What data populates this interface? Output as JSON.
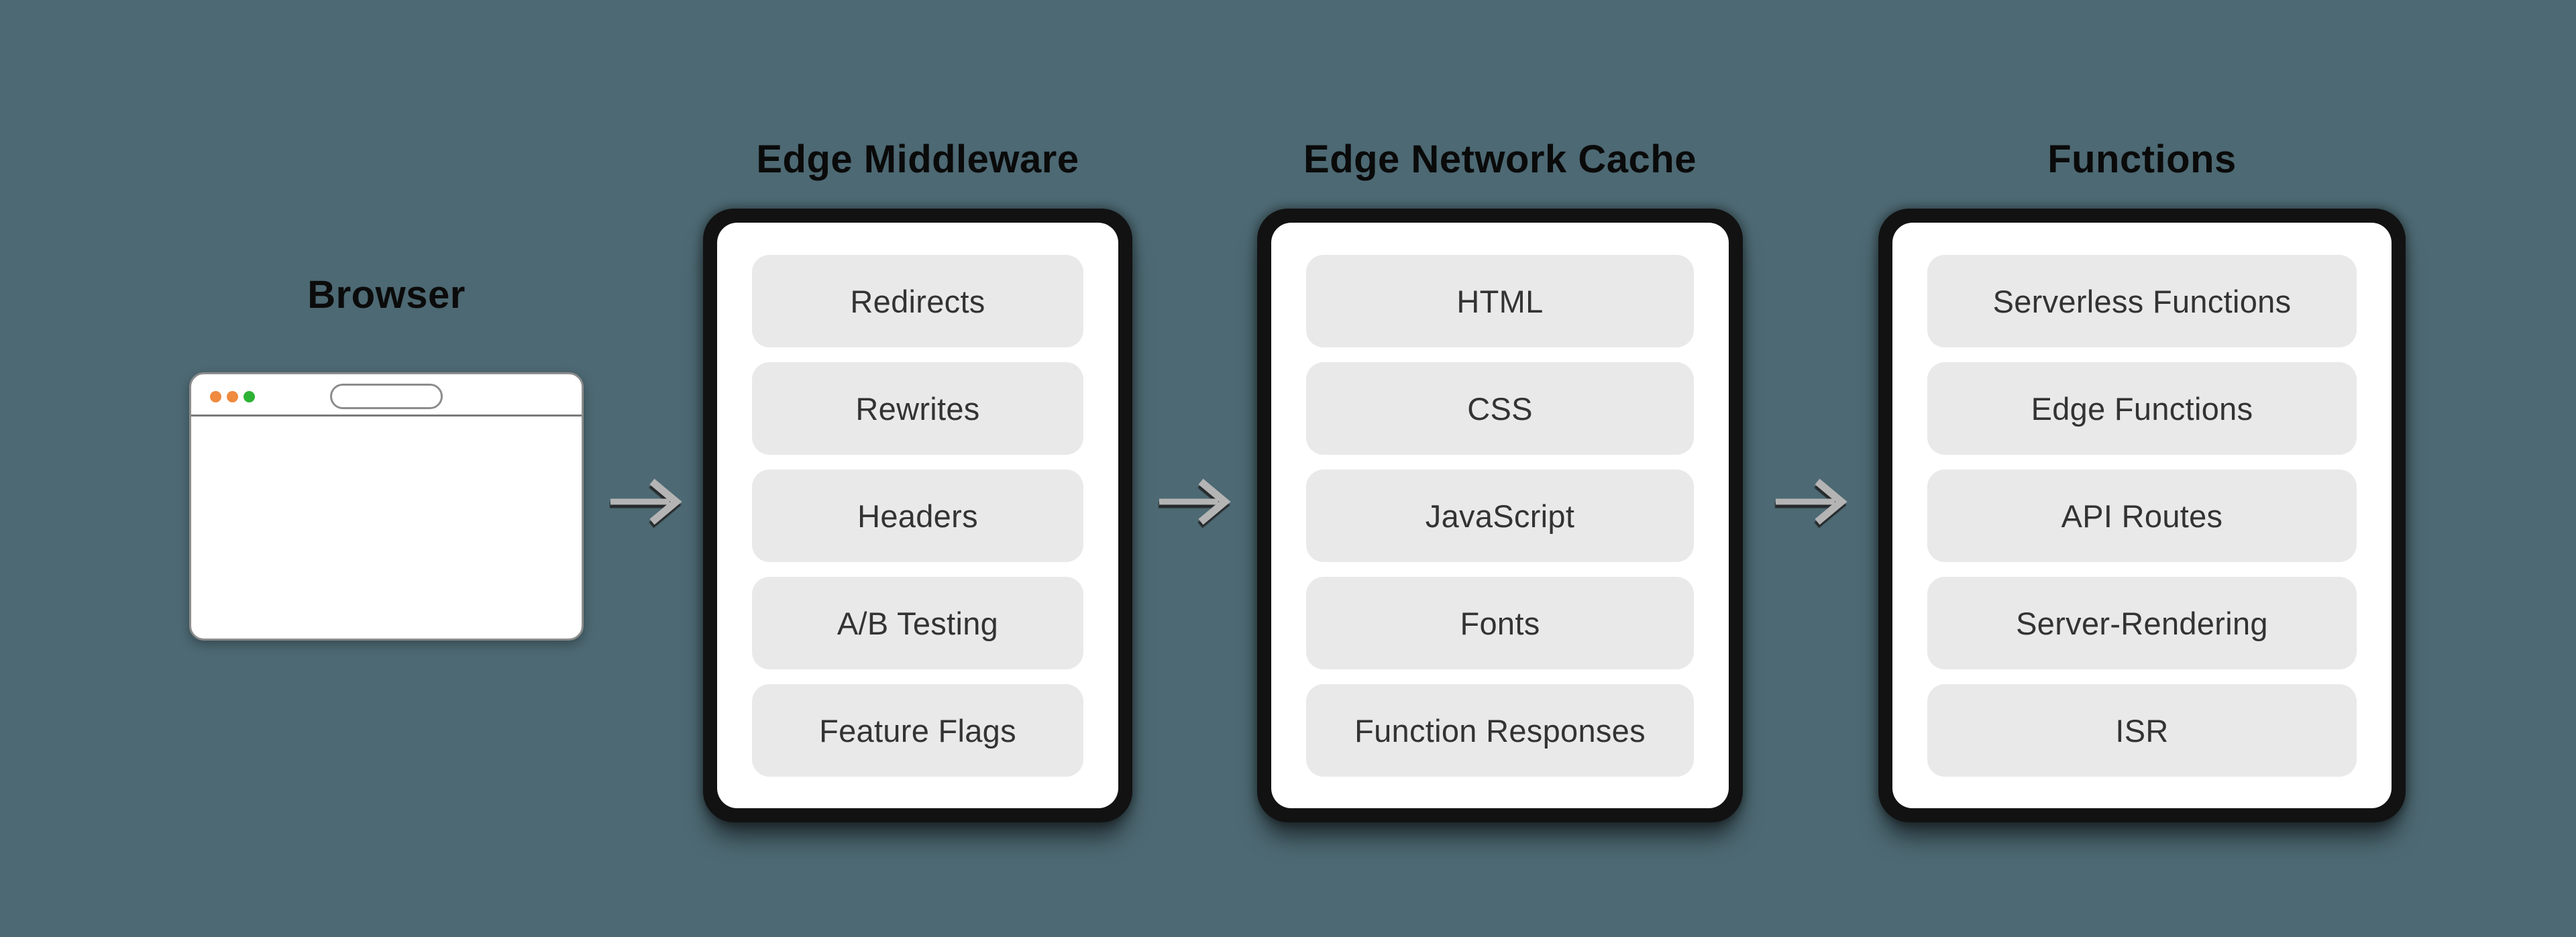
{
  "background_color": "#4d6973",
  "browser": {
    "label": "Browser",
    "traffic_light_colors": [
      "#ef8a3f",
      "#ef8a3f",
      "#2eb235"
    ],
    "url_value": ""
  },
  "flow": {
    "arrow_icon": "right-arrow",
    "arrow_color": "#b4b4b4",
    "arrow_shadow_color": "#222222"
  },
  "columns": [
    {
      "title": "Edge Middleware",
      "items": [
        "Redirects",
        "Rewrites",
        "Headers",
        "A/B Testing",
        "Feature Flags"
      ]
    },
    {
      "title": "Edge Network Cache",
      "items": [
        "HTML",
        "CSS",
        "JavaScript",
        "Fonts",
        "Function Responses"
      ]
    },
    {
      "title": "Functions",
      "items": [
        "Serverless Functions",
        "Edge Functions",
        "API Routes",
        "Server-Rendering",
        "ISR"
      ]
    }
  ],
  "colors": {
    "card_frame": "#121212",
    "card_body": "#ffffff",
    "item_background": "#e9e9e9",
    "item_text": "#333333",
    "title_text": "#0a0a0a",
    "window_border": "#8c8c8c"
  }
}
